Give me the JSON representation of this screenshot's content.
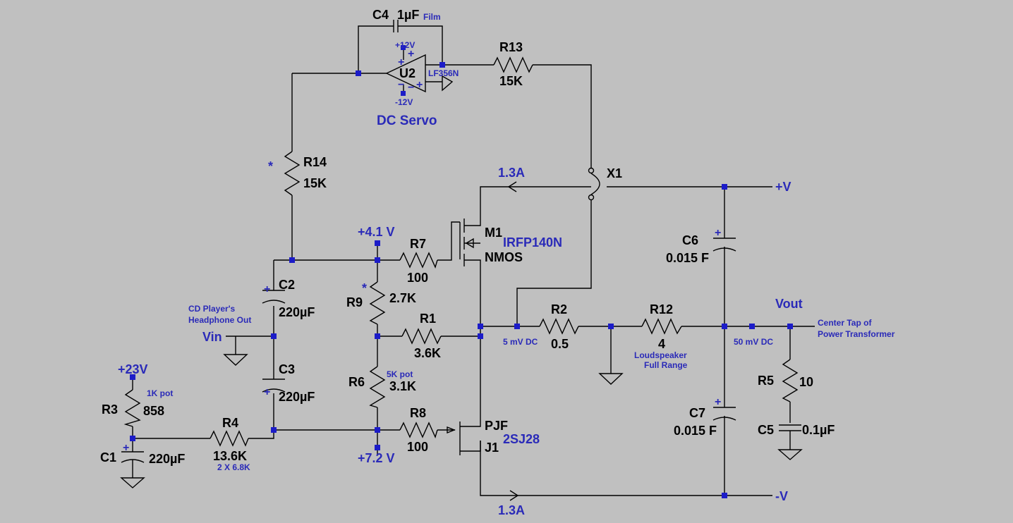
{
  "colors": {
    "background": "#c0c0c0",
    "wire": "#000000",
    "net_label": "#2a2ab8",
    "junction": "#1c1cc8"
  },
  "components": {
    "c4": {
      "ref": "C4",
      "value": "1µF",
      "note": "Film"
    },
    "u2": {
      "ref": "U2",
      "model": "LF356N",
      "vpos": "+12V",
      "vneg": "-12V",
      "caption": "DC Servo"
    },
    "r13": {
      "ref": "R13",
      "value": "15K"
    },
    "r14": {
      "ref": "R14",
      "value": "15K",
      "mark": "*"
    },
    "x1": {
      "ref": "X1"
    },
    "m1": {
      "ref": "M1",
      "model": "IRFP140N",
      "type": "NMOS"
    },
    "r7": {
      "ref": "R7",
      "value": "100"
    },
    "r9": {
      "ref": "R9",
      "value": "2.7K",
      "mark": "*"
    },
    "r1": {
      "ref": "R1",
      "value": "3.6K"
    },
    "r6": {
      "ref": "R6",
      "value": "3.1K",
      "note": "5K pot"
    },
    "r8": {
      "ref": "R8",
      "value": "100"
    },
    "j1": {
      "ref": "J1",
      "model": "2SJ28",
      "type": "PJF"
    },
    "c2": {
      "ref": "C2",
      "value": "220µF"
    },
    "c3": {
      "ref": "C3",
      "value": "220µF"
    },
    "r3": {
      "ref": "R3",
      "value": "858",
      "note": "1K pot"
    },
    "c1": {
      "ref": "C1",
      "value": "220µF"
    },
    "r4": {
      "ref": "R4",
      "value": "13.6K",
      "note": "2 X 6.8K"
    },
    "r2": {
      "ref": "R2",
      "value": "0.5"
    },
    "r12": {
      "ref": "R12",
      "value": "4",
      "note1": "Loudspeaker",
      "note2": "Full Range"
    },
    "c6": {
      "ref": "C6",
      "value": "0.015 F"
    },
    "c7": {
      "ref": "C7",
      "value": "0.015 F"
    },
    "r5": {
      "ref": "R5",
      "value": "10"
    },
    "c5": {
      "ref": "C5",
      "value": "0.1µF"
    }
  },
  "nets": {
    "v41": "+4.1 V",
    "v72": "+7.2 V",
    "v23": "+23V",
    "vin": "Vin",
    "vin_note1": "CD Player's",
    "vin_note2": "Headphone Out",
    "vplus": "+V",
    "vminus": "-V",
    "vout": "Vout",
    "vout_note1": "Center Tap of",
    "vout_note2": "Power Transformer",
    "i_top": "1.3A",
    "i_bottom": "1.3A",
    "dc5": "5 mV DC",
    "dc50": "50 mV DC"
  }
}
